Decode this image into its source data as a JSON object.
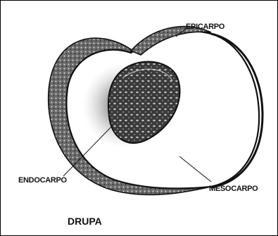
{
  "diagram": {
    "title": "DRUPA",
    "labels": {
      "epicarpo": "EPICARPO",
      "endocarpo": "ENDOCARPO",
      "mesocarpo": "MESOCARPO"
    }
  }
}
